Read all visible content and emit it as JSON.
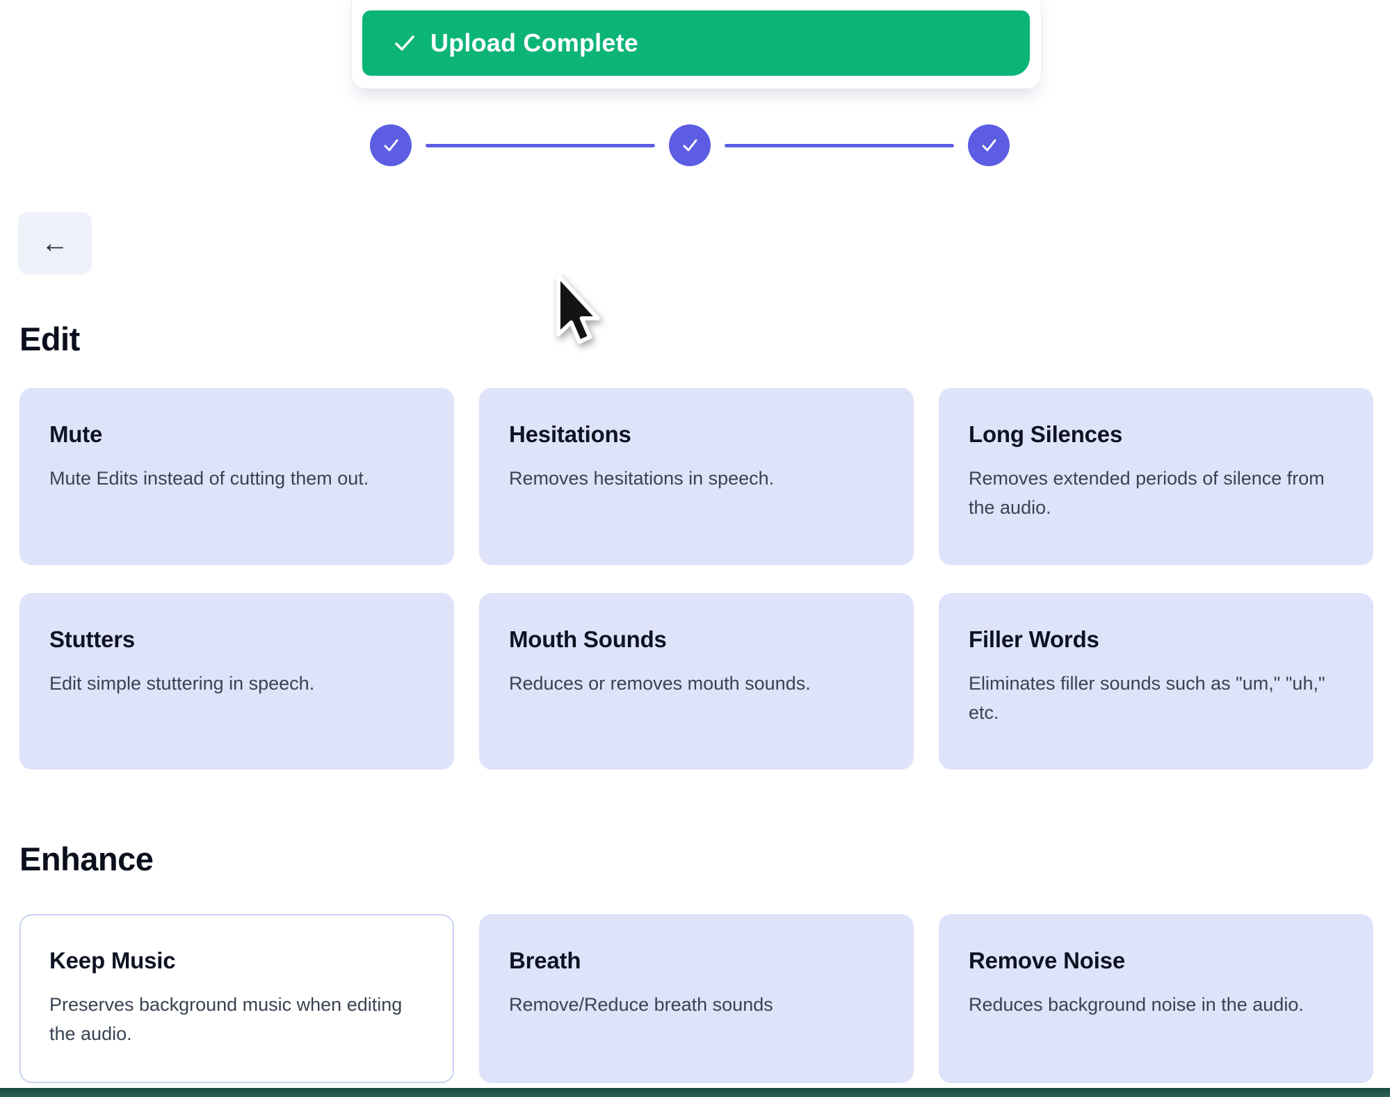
{
  "toast": {
    "label": "Upload Complete",
    "icon": "check-icon"
  },
  "stepper": {
    "steps": [
      {
        "name": "step-1",
        "state": "complete",
        "icon": "check-icon"
      },
      {
        "name": "step-2",
        "state": "complete",
        "icon": "check-icon"
      },
      {
        "name": "step-3",
        "state": "complete",
        "icon": "check-icon"
      }
    ]
  },
  "navigation": {
    "back_icon": "←"
  },
  "sections": {
    "edit": {
      "title": "Edit",
      "cards": [
        {
          "title": "Mute",
          "description": "Mute Edits instead of cutting them out.",
          "active": true
        },
        {
          "title": "Hesitations",
          "description": "Removes hesitations in speech.",
          "active": true
        },
        {
          "title": "Long Silences",
          "description": "Removes extended periods of silence from the audio.",
          "active": true
        },
        {
          "title": "Stutters",
          "description": "Edit simple stuttering in speech.",
          "active": true
        },
        {
          "title": "Mouth Sounds",
          "description": "Reduces or removes mouth sounds.",
          "active": true
        },
        {
          "title": "Filler Words",
          "description": "Eliminates filler sounds such as \"um,\" \"uh,\" etc.",
          "active": true
        }
      ]
    },
    "enhance": {
      "title": "Enhance",
      "cards": [
        {
          "title": "Keep Music",
          "description": "Preserves background music when editing the audio.",
          "active": false
        },
        {
          "title": "Breath",
          "description": "Remove/Reduce breath sounds",
          "active": true
        },
        {
          "title": "Remove Noise",
          "description": "Reduces background noise in the audio.",
          "active": true
        }
      ]
    }
  },
  "colors": {
    "accent_green": "#0db478",
    "accent_indigo": "#5c5de2",
    "card_background": "#dee3fa",
    "bottom_bar": "#1b4a3f"
  }
}
